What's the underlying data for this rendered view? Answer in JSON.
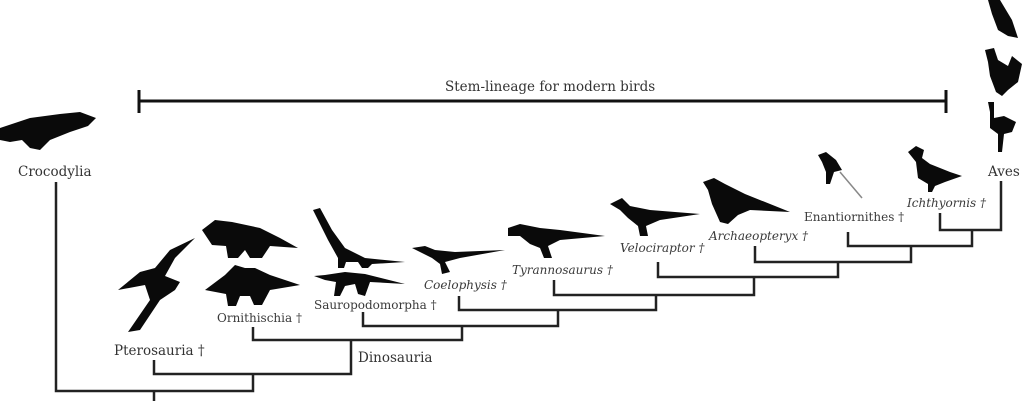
{
  "title": "Stem-lineage for modern birds",
  "taxa": {
    "crocodylia": "Crocodylia",
    "pterosauria": "Pterosauria †",
    "dinosauria": "Dinosauria",
    "ornithischia": "Ornithischia †",
    "sauropodomorpha": "Sauropodomorpha †",
    "coelophysis": "Coelophysis †",
    "tyrannosaurus": "Tyrannosaurus †",
    "velociraptor": "Velociraptor †",
    "archaeopteryx": "Archaeopteryx †",
    "enantiornithes": "Enantiornithes †",
    "ichthyornis": "Ichthyornis †",
    "aves": "Aves"
  },
  "colors": {
    "line": "#222222",
    "silhouette": "#0a0a0a",
    "text": "#3a3a3a"
  }
}
